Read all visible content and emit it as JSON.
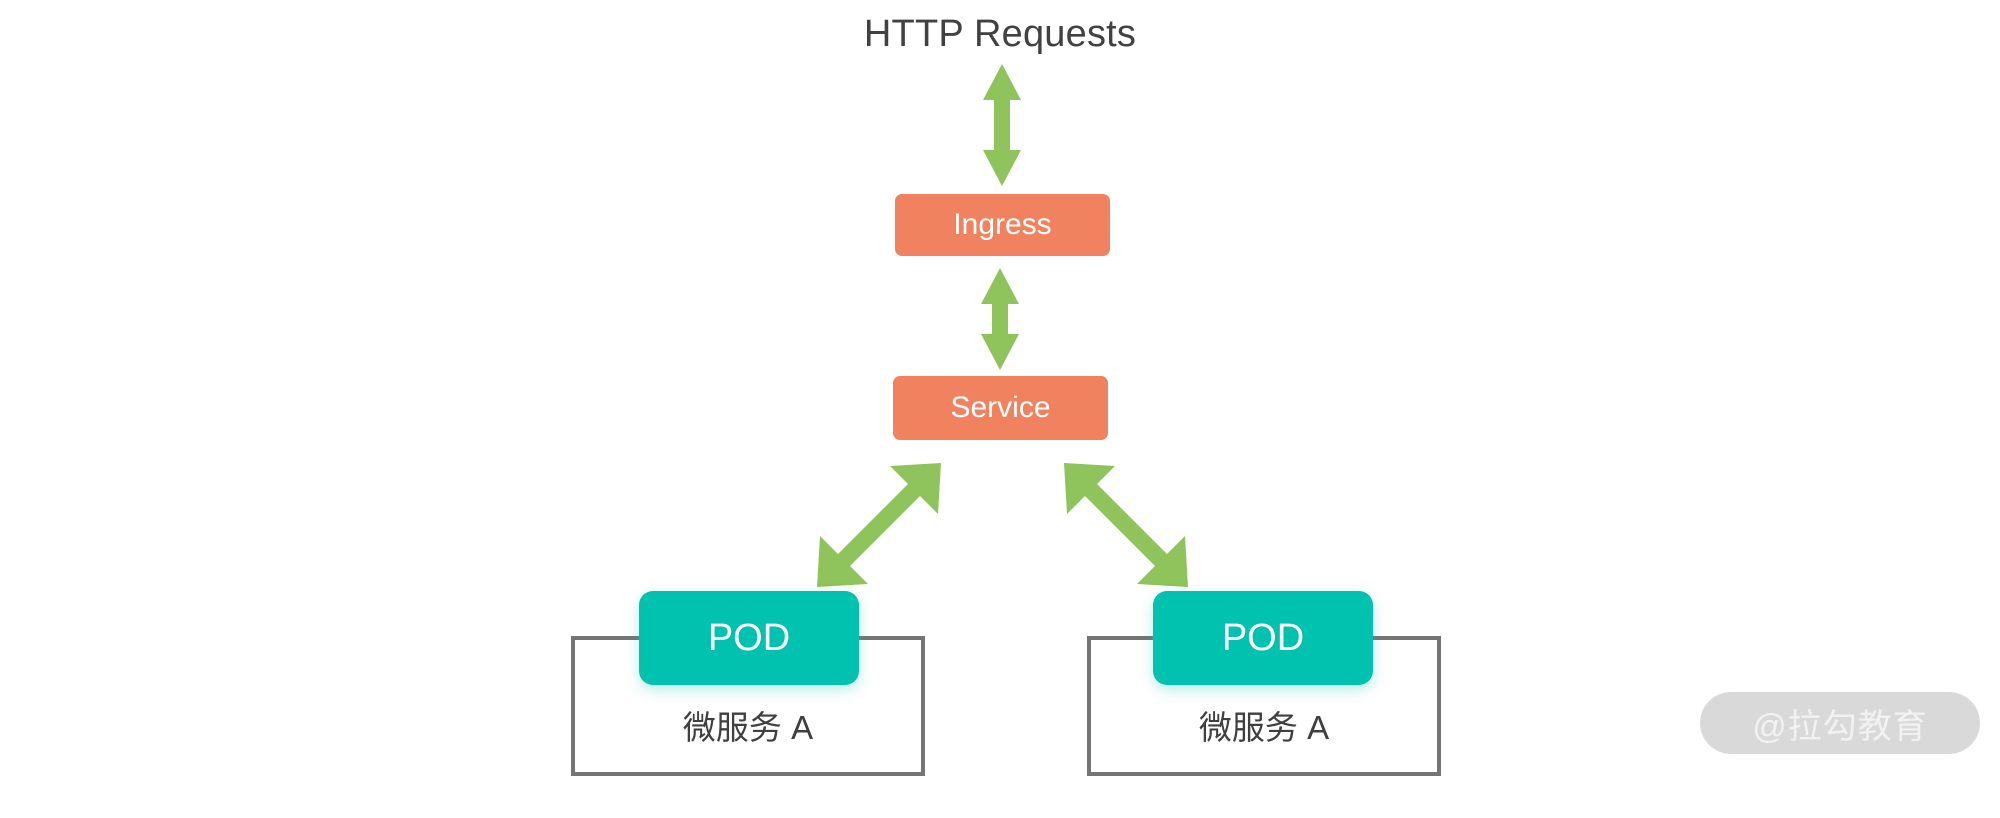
{
  "diagram": {
    "title": "HTTP Requests",
    "nodes": {
      "ingress": {
        "label": "Ingress",
        "color": "#f0825f",
        "shape": "rounded-rect"
      },
      "service": {
        "label": "Service",
        "color": "#f0825f",
        "shape": "rounded-rect"
      },
      "pod_left": {
        "label": "POD",
        "color": "#00c2af",
        "shape": "rounded-rect"
      },
      "pod_right": {
        "label": "POD",
        "color": "#00c2af",
        "shape": "rounded-rect"
      },
      "microservice_left": {
        "label": "微服务 A",
        "border_color": "#757575"
      },
      "microservice_right": {
        "label": "微服务 A",
        "border_color": "#757575"
      }
    },
    "connectors": [
      {
        "from": "HTTP Requests",
        "to": "Ingress",
        "style": "double-arrow-vertical",
        "color": "#8fc35b"
      },
      {
        "from": "Ingress",
        "to": "Service",
        "style": "double-arrow-vertical",
        "color": "#8fc35b"
      },
      {
        "from": "Service",
        "to": "POD left",
        "style": "double-arrow-diagonal",
        "color": "#8fc35b"
      },
      {
        "from": "Service",
        "to": "POD right",
        "style": "double-arrow-diagonal",
        "color": "#8fc35b"
      }
    ],
    "watermark": "@拉勾教育",
    "colors": {
      "background": "#ffffff",
      "title_text": "#414141",
      "orange": "#f0825f",
      "teal": "#00c2af",
      "green_arrow": "#8fc35b",
      "frame_border": "#757575",
      "label_text": "#3f3f3f",
      "watermark_pill": "#d9d9d9",
      "watermark_text": "#f2f2f2"
    }
  }
}
